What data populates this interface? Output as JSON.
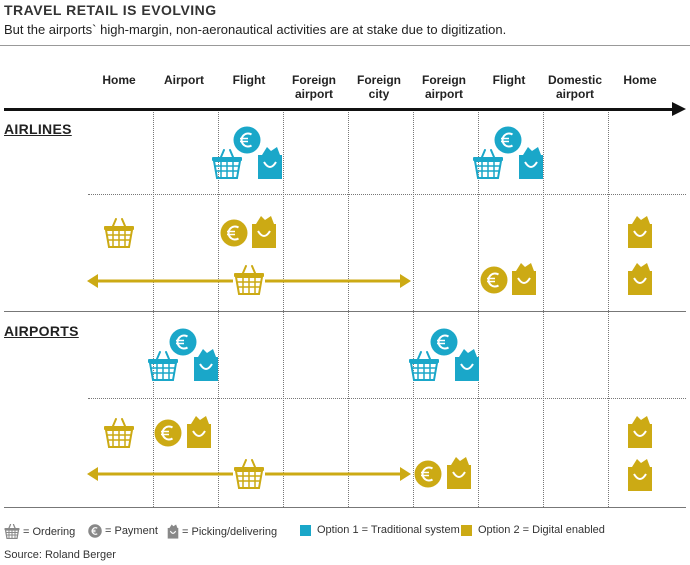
{
  "header": {
    "title": "TRAVEL RETAIL IS EVOLVING",
    "subtitle": "But the airports` high-margin, non-aeronautical activities are at stake due to digitization."
  },
  "columns": [
    {
      "label": "Home"
    },
    {
      "label": "Airport"
    },
    {
      "label": "Flight"
    },
    {
      "label": "Foreign\nairport"
    },
    {
      "label": "Foreign\ncity"
    },
    {
      "label": "Foreign\nairport"
    },
    {
      "label": "Flight"
    },
    {
      "label": "Domestic\nairport"
    },
    {
      "label": "Home"
    }
  ],
  "sections": {
    "airlines": "AIRLINES",
    "airports": "AIRPORTS"
  },
  "legend": {
    "ordering": "= Ordering",
    "payment": "= Payment",
    "picking": "= Picking/delivering",
    "option1": "Option 1 = Traditional system",
    "option2": "Option 2 = Digital enabled"
  },
  "source": "Source: Roland Berger",
  "colors": {
    "option1": "#1aa7c9",
    "option2": "#ccaa14",
    "arrow": "#111111",
    "legend_gray": "#888888"
  }
}
